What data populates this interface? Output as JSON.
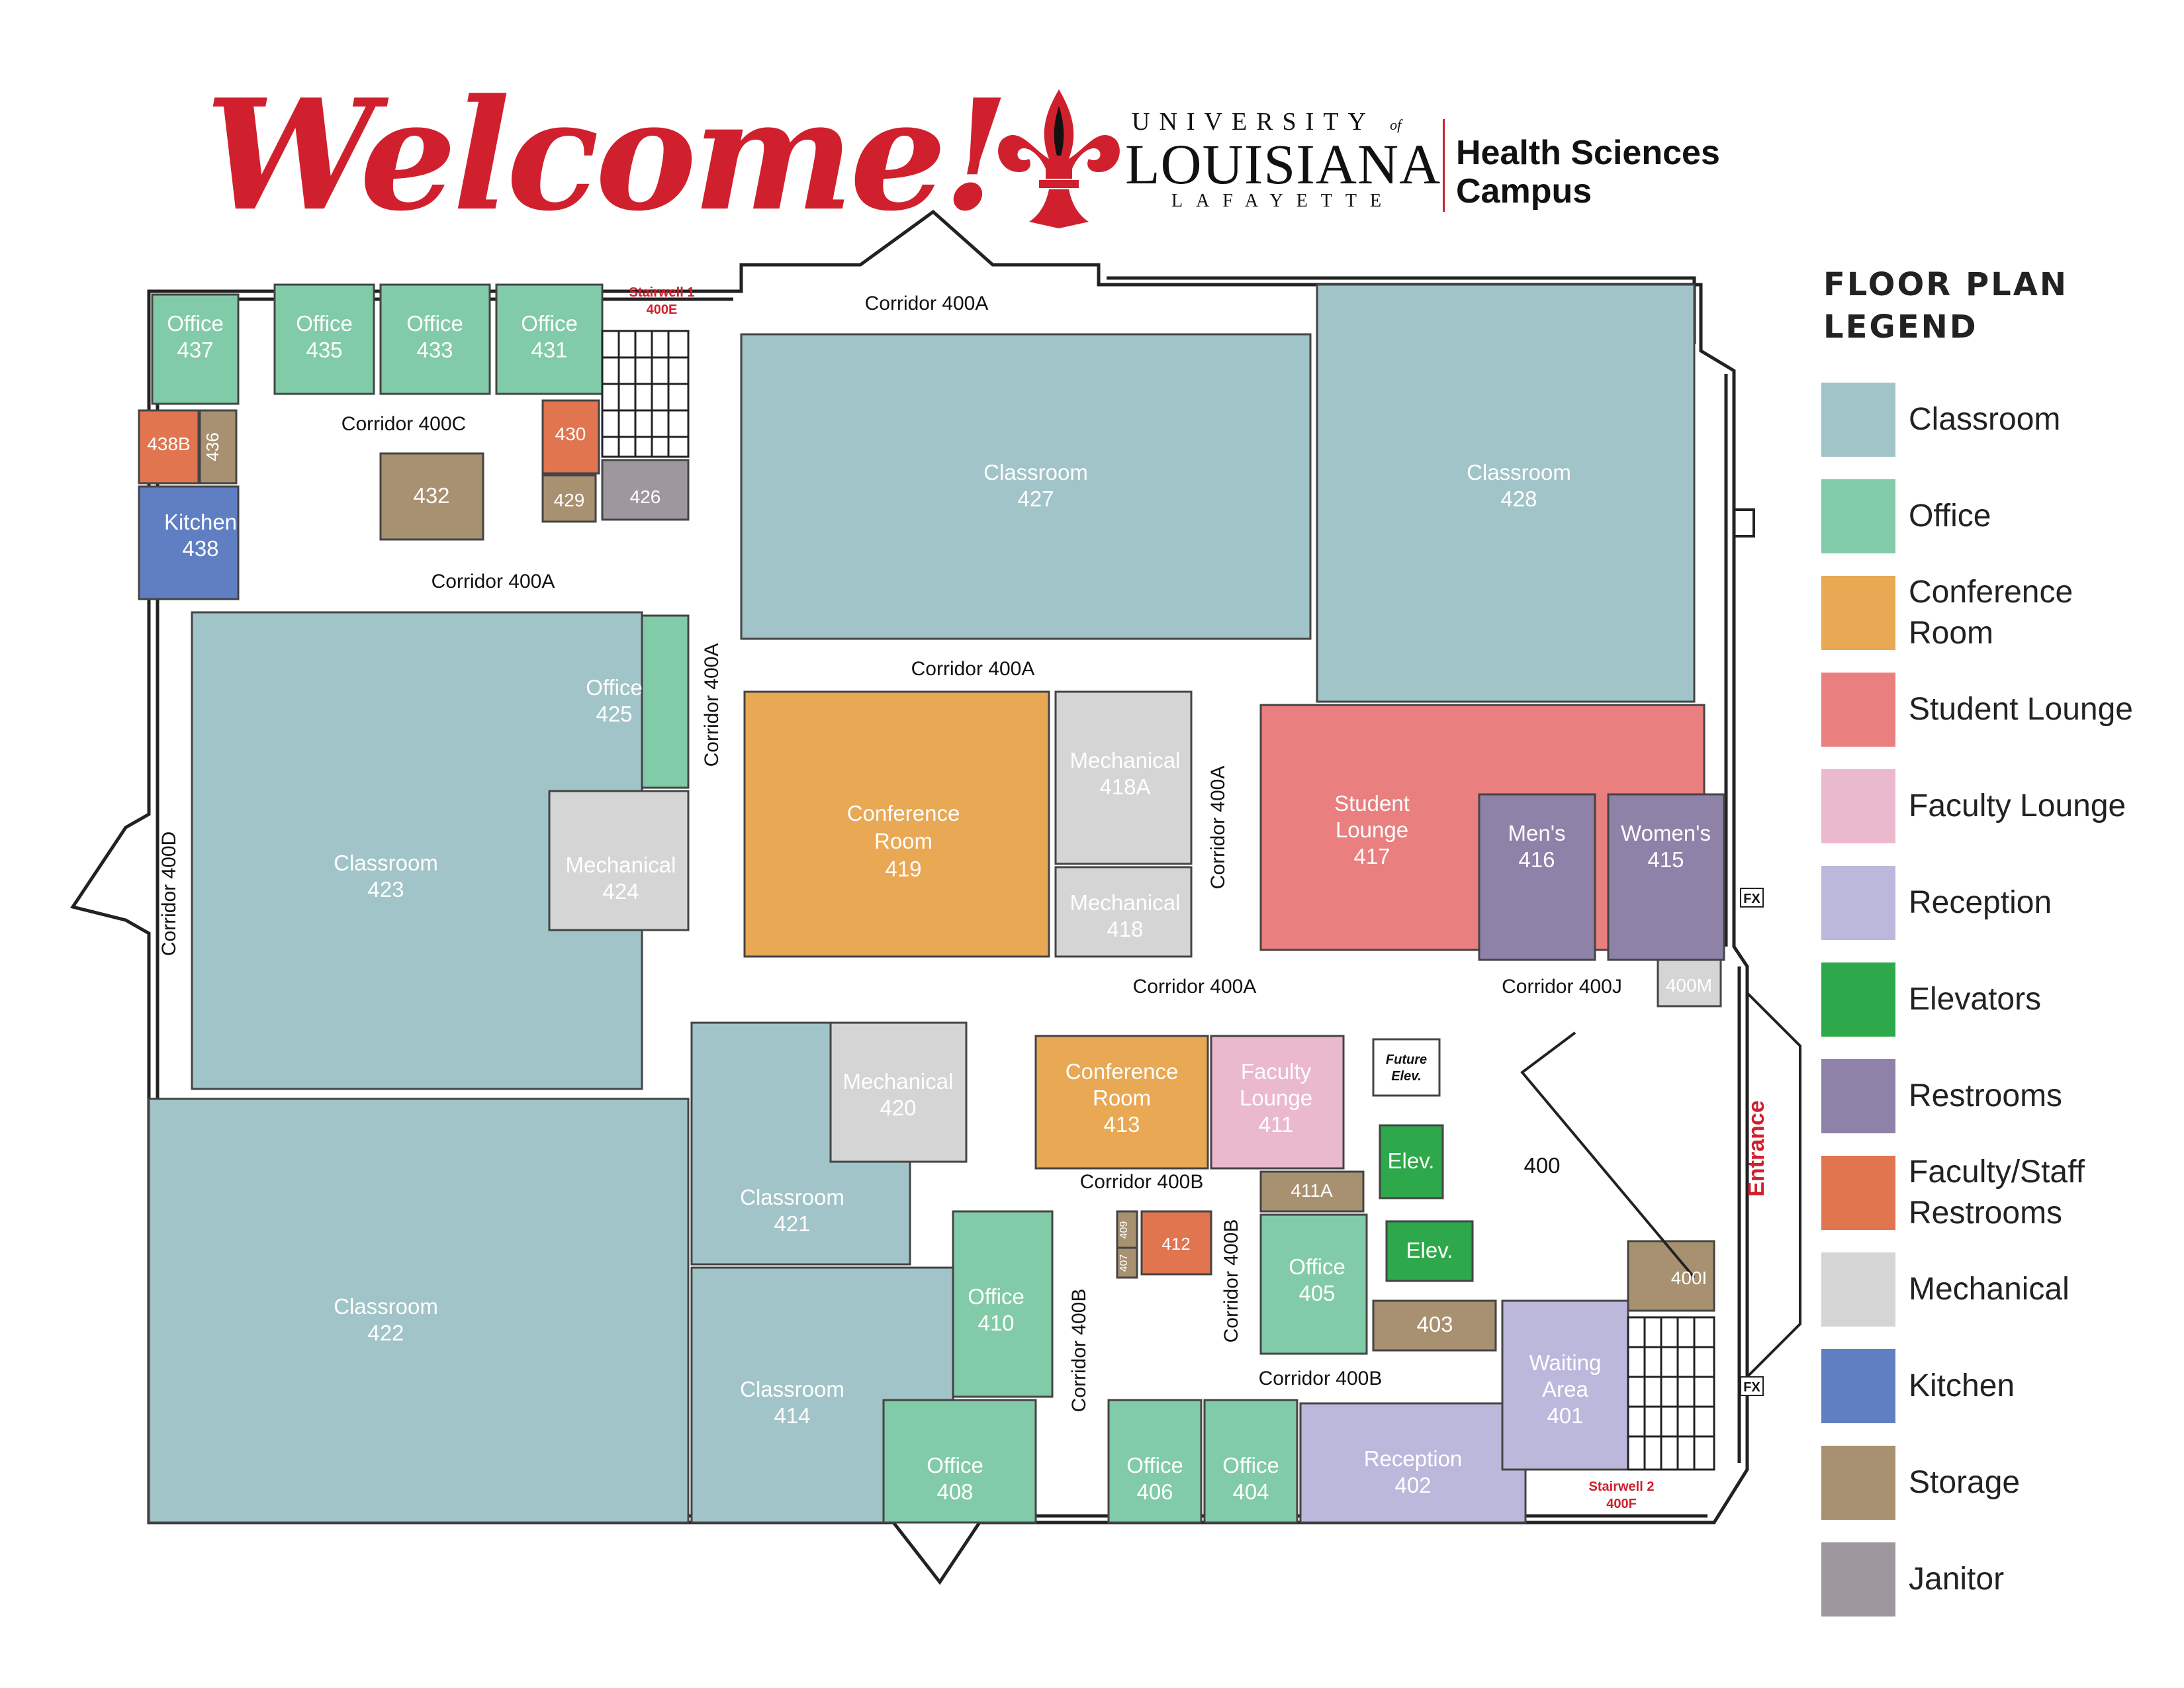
{
  "header": {
    "welcome": "Welcome!",
    "university_top": "UNIVERSITY",
    "university_of": "of",
    "university_main": "LOUISIANA",
    "university_bottom": "LAFAYETTE",
    "campus_line1": "Health Sciences",
    "campus_line2": "Campus"
  },
  "colors": {
    "classroom": "#a1c4c8",
    "office": "#82cba8",
    "conference": "#e9a854",
    "student_lounge": "#e97f7f",
    "faculty_lounge": "#ebb9cd",
    "reception": "#bcb8dc",
    "elevators": "#2da84a",
    "restrooms": "#8e82a8",
    "faculty_restrooms": "#e07550",
    "mechanical": "#d5d5d5",
    "kitchen": "#5f7fc2",
    "storage": "#a89171",
    "janitor": "#9e989e",
    "brand_red": "#d0202e"
  },
  "legend": {
    "title_line1": "FLOOR PLAN",
    "title_line2": "LEGEND",
    "items": [
      {
        "label": "Classroom",
        "color": "#a1c4c8"
      },
      {
        "label": "Office",
        "color": "#82cba8"
      },
      {
        "label": "Conference Room",
        "color": "#e9a854"
      },
      {
        "label": "Student Lounge",
        "color": "#e97f7f"
      },
      {
        "label": "Faculty Lounge",
        "color": "#ebb9cd"
      },
      {
        "label": "Reception",
        "color": "#bcb8dc"
      },
      {
        "label": "Elevators",
        "color": "#2da84a"
      },
      {
        "label": "Restrooms",
        "color": "#8e82a8"
      },
      {
        "label": "Faculty/Staff Restrooms",
        "color": "#e07550"
      },
      {
        "label": "Mechanical",
        "color": "#d5d5d5"
      },
      {
        "label": "Kitchen",
        "color": "#5f7fc2"
      },
      {
        "label": "Storage",
        "color": "#a89171"
      },
      {
        "label": "Janitor",
        "color": "#9e989e"
      }
    ]
  },
  "rooms": {
    "r437": {
      "name": "Office",
      "number": "437"
    },
    "r435": {
      "name": "Office",
      "number": "435"
    },
    "r433": {
      "name": "Office",
      "number": "433"
    },
    "r431": {
      "name": "Office",
      "number": "431"
    },
    "r438B": {
      "name": "438B"
    },
    "r436": {
      "name": "436"
    },
    "r430": {
      "name": "430"
    },
    "r432": {
      "name": "432"
    },
    "r429": {
      "name": "429"
    },
    "r426": {
      "name": "426"
    },
    "r438": {
      "name": "Kitchen",
      "number": "438"
    },
    "r427": {
      "name": "Classroom",
      "number": "427"
    },
    "r428": {
      "name": "Classroom",
      "number": "428"
    },
    "r425": {
      "name": "Office",
      "number": "425"
    },
    "r423": {
      "name": "Classroom",
      "number": "423"
    },
    "r424": {
      "name": "Mechanical",
      "number": "424"
    },
    "r419": {
      "name1": "Conference",
      "name2": "Room",
      "number": "419"
    },
    "r418A": {
      "name": "Mechanical",
      "number": "418A"
    },
    "r418": {
      "name": "Mechanical",
      "number": "418"
    },
    "r417": {
      "name1": "Student",
      "name2": "Lounge",
      "number": "417"
    },
    "r416": {
      "name": "Men's",
      "number": "416"
    },
    "r415": {
      "name": "Women's",
      "number": "415"
    },
    "r400M": {
      "name": "400M"
    },
    "r422": {
      "name": "Classroom",
      "number": "422"
    },
    "r421": {
      "name": "Classroom",
      "number": "421"
    },
    "r420": {
      "name": "Mechanical",
      "number": "420"
    },
    "r413": {
      "name1": "Conference",
      "name2": "Room",
      "number": "413"
    },
    "r411": {
      "name1": "Faculty",
      "name2": "Lounge",
      "number": "411"
    },
    "r411A": {
      "name": "411A"
    },
    "future_elev": {
      "name1": "Future",
      "name2": "Elev."
    },
    "elev1": {
      "name": "Elev."
    },
    "elev2": {
      "name": "Elev."
    },
    "r400": {
      "name": "400"
    },
    "r412": {
      "name": "412"
    },
    "r409": {
      "name": "409"
    },
    "r407": {
      "name": "407"
    },
    "r410": {
      "name": "Office",
      "number": "410"
    },
    "r405": {
      "name": "Office",
      "number": "405"
    },
    "r403": {
      "name": "403"
    },
    "r400I": {
      "name": "400I"
    },
    "r414": {
      "name": "Classroom",
      "number": "414"
    },
    "r408": {
      "name": "Office",
      "number": "408"
    },
    "r406": {
      "name": "Office",
      "number": "406"
    },
    "r404": {
      "name": "Office",
      "number": "404"
    },
    "r402": {
      "name": "Reception",
      "number": "402"
    },
    "r401": {
      "name1": "Waiting",
      "name2": "Area",
      "number": "401"
    }
  },
  "stairwells": {
    "s1": {
      "line1": "Stairwell 1",
      "line2": "400E"
    },
    "s2": {
      "line1": "Stairwell 2",
      "line2": "400F"
    }
  },
  "corridors": {
    "c400A_top": "Corridor 400A",
    "c400C": "Corridor 400C",
    "c400A_left": "Corridor 400A",
    "c400A_mid": "Corridor 400A",
    "c400A_vert1": "Corridor 400A",
    "c400A_vert2": "Corridor 400A",
    "c400D": "Corridor 400D",
    "c400A_low": "Corridor 400A",
    "c400J": "Corridor 400J",
    "c400B_top": "Corridor 400B",
    "c400B_vert1": "Corridor 400B",
    "c400B_vert2": "Corridor 400B",
    "c400B_bottom": "Corridor 400B"
  },
  "markers": {
    "fx1": "FX",
    "fx2": "FX",
    "entrance": "Entrance"
  }
}
